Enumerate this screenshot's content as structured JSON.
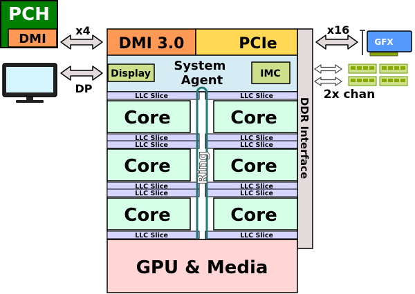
{
  "pch": {
    "title": "PCH",
    "dmi": "DMI",
    "link": "x4"
  },
  "monitor": {
    "link": "DP"
  },
  "gpu_card": {
    "label": "GFX",
    "link": "x16"
  },
  "memory": {
    "channels": "2x chan"
  },
  "die": {
    "dmi3": "DMI 3.0",
    "pcie": "PCIe",
    "system_agent": "System Agent",
    "display": "Display",
    "imc": "IMC",
    "ddr": "DDR Interface",
    "llc_slice": "LLC Slice",
    "core": "Core",
    "ring": "Ring",
    "gpu_media": "GPU & Media"
  },
  "colors": {
    "pch_green": "#008000",
    "dmi_orange": "#ff9955",
    "pcie_yellow": "#ffd955",
    "system_agent_blue": "#d5ecf5",
    "display_imc_green": "#cddf8a",
    "core_mint": "#d5ffe6",
    "llc_lavender": "#d5d5ff",
    "gpu_pink": "#ffd5d5",
    "ddr_gray": "#e3dbdb",
    "ring_teal": "#227777",
    "arrow_fill": "#e3dbdb"
  }
}
